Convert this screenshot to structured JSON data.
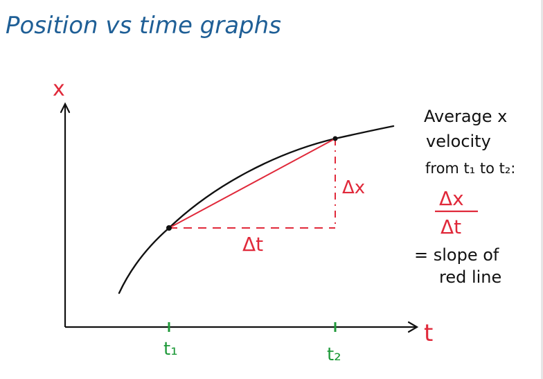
{
  "title": "Position vs time graphs",
  "axes": {
    "y_label": "x",
    "x_label": "t",
    "tick_t1": "t₁",
    "tick_t2": "t₂"
  },
  "annotations": {
    "delta_t": "Δt",
    "delta_x": "Δx"
  },
  "side_note": {
    "line1": "Average x",
    "line2": "velocity",
    "line3": "from t₁ to t₂:",
    "frac_num": "Δx",
    "frac_den": "Δt",
    "line4": "= slope of",
    "line5": "red line"
  },
  "colors": {
    "title": "#1f5f96",
    "ink": "#111111",
    "red": "#e0293a",
    "green": "#1f9a3a"
  }
}
